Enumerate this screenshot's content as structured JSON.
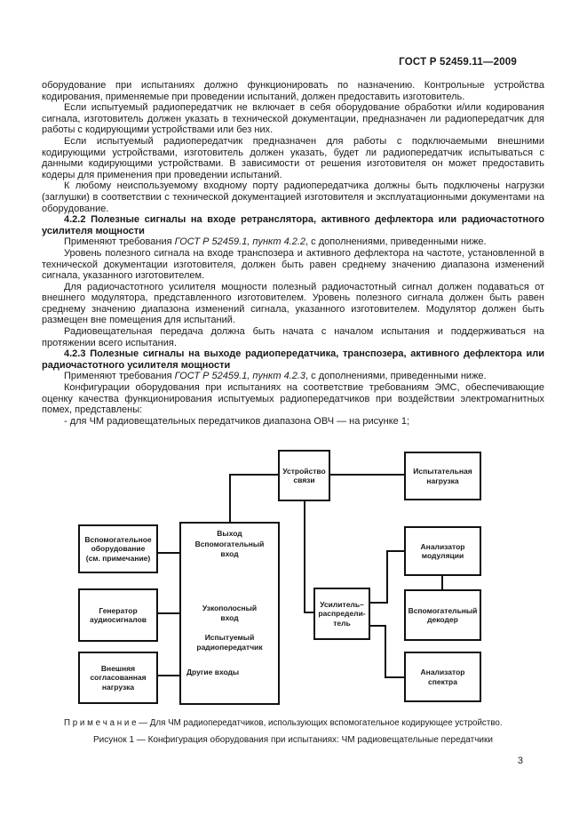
{
  "page": {
    "header": "ГОСТ Р 52459.11—2009",
    "page_number": "3"
  },
  "body": {
    "paragraphs": [
      {
        "type": "plain",
        "text": "оборудование при испытаниях должно функционировать по назначению. Контрольные устройства кодирования, применяемые при проведении испытаний, должен предоставить изготовитель."
      },
      {
        "type": "indent",
        "text": "Если испытуемый радиопередатчик не включает в себя оборудование обработки и/или кодирования сигнала, изготовитель должен указать в технической документации, предназначен ли радиопередатчик для работы с кодирующими устройствами или без них."
      },
      {
        "type": "indent",
        "text": "Если испытуемый радиопередатчик предназначен для работы с подключаемыми внешними кодирующими устройствами, изготовитель должен указать, будет ли радиопередатчик испытываться с данными кодирующими устройствами. В зависимости от решения изготовителя он может предоставить кодеры для применения при проведении испытаний."
      },
      {
        "type": "indent",
        "text": "К любому неиспользуемому входному порту радиопередатчика должны быть подключены нагрузки (заглушки) в соответствии с технической документацией изготовителя и эксплуатационными документами на оборудование."
      },
      {
        "type": "heading",
        "text": "4.2.2 Полезные сигналы на входе ретранслятора, активного дефлектора или радиочастотного усилителя мощности"
      },
      {
        "type": "ref",
        "prefix": "Применяют требования ",
        "italic": "ГОСТ Р 52459.1, пункт 4.2.2",
        "suffix": ", с дополнениями, приведенными ниже."
      },
      {
        "type": "indent",
        "text": "Уровень полезного сигнала на входе транспозера и активного дефлектора на частоте, установленной в технической документации изготовителя, должен быть равен среднему значению диапазона изменений сигнала, указанного изготовителем."
      },
      {
        "type": "indent",
        "text": "Для радиочастотного усилителя мощности полезный радиочастотный сигнал должен подаваться от внешнего модулятора, представленного изготовителем. Уровень полезного сигнала должен быть равен среднему значению диапазона изменений сигнала, указанного изготовителем. Модулятор должен быть размещен вне помещения для испытаний."
      },
      {
        "type": "indent",
        "text": "Радиовещательная передача должна быть начата с началом испытания и поддерживаться на протяжении всего испытания."
      },
      {
        "type": "heading",
        "text": "4.2.3 Полезные сигналы на выходе радиопередатчика, транспозера, активного дефлектора или радиочастотного усилителя мощности"
      },
      {
        "type": "ref",
        "prefix": "Применяют требования ",
        "italic": "ГОСТ Р 52459.1, пункт 4.2.3",
        "suffix": ", с дополнениями, приведенными ниже."
      },
      {
        "type": "indent",
        "text": "Конфигурации оборудования при испытаниях на соответствие требованиям ЭМС, обеспечивающие оценку качества функционирования испытуемых радиопередатчиков при воздействии электромагнитных помех, представлены:"
      },
      {
        "type": "indent",
        "text": "- для ЧМ радиовещательных передатчиков диапазона ОВЧ — на рисунке 1;"
      }
    ]
  },
  "figure": {
    "note": "П р и м е ч а н и е — Для ЧМ радиопередатчиков, использующих вспомогательное кодирующее устройство.",
    "caption": "Рисунок 1 — Конфигурация оборудования при испытаниях: ЧМ радиовещательные передатчики",
    "boxes": {
      "communication_device": "Устройство\nсвязи",
      "test_load": "Испытательная\nнагрузка",
      "auxiliary_equipment": "Вспомогательное\nоборудование\n(см. примечание)",
      "audio_generator": "Генератор\nаудиосигналов",
      "external_matched_load": "Внешняя\nсогласованная\nнагрузка",
      "amplifier_splitter": "Усилитель–\nраспредели-\nтель",
      "modulation_analyzer": "Анализатор\nмодуляции",
      "auxiliary_decoder": "Вспомогательный\nдекодер",
      "spectrum_analyzer": "Анализатор\nспектра"
    },
    "dut_labels": {
      "output": "Выход",
      "aux_input": "Вспомогательный\nвход",
      "narrowband_input": "Узкополосный\nвход",
      "name": "Испытуемый\nрадиопередатчик",
      "other_inputs": "Другие входы"
    },
    "connections": [
      "Испытуемый радиопередатчик (Выход) — Устройство связи",
      "Устройство связи — Испытательная нагрузка",
      "Устройство связи — Усилитель-распределитель",
      "Вспомогательное оборудование — Вспомогательный вход",
      "Генератор аудиосигналов — Узкополосный вход",
      "Внешняя согласованная нагрузка — Другие входы",
      "Усилитель-распределитель — Анализатор модуляции",
      "Усилитель-распределитель — Анализатор спектра",
      "Анализатор модуляции — Вспомогательный декодер"
    ]
  },
  "colors": {
    "text": "#1a1a1a",
    "line": "#111111",
    "background": "#ffffff"
  }
}
